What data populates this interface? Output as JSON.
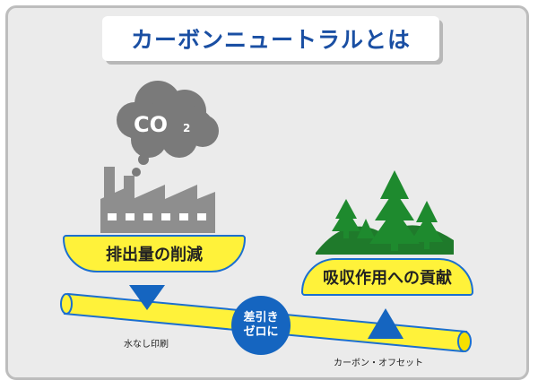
{
  "title": "カーボンニュートラルとは",
  "cloud_label": "CO",
  "cloud_subscript": "2",
  "left_label": "排出量の削減",
  "right_label": "吸収作用への貢献",
  "center_label_line1": "差引き",
  "center_label_line2": "ゼロに",
  "left_caption": "水なし印刷",
  "right_caption": "カーボン・オフセット",
  "colors": {
    "title_text": "#1a4fa3",
    "label_fill": "#fff23a",
    "label_border": "#1b6fcf",
    "arrow_blue": "#1565c0",
    "bar_fill": "#fff23a",
    "factory_gray": "#8e8e8e",
    "cloud_gray": "#7a7a7a",
    "tree_green": "#1e8a2e",
    "hill_green": "#1f7a2b"
  }
}
